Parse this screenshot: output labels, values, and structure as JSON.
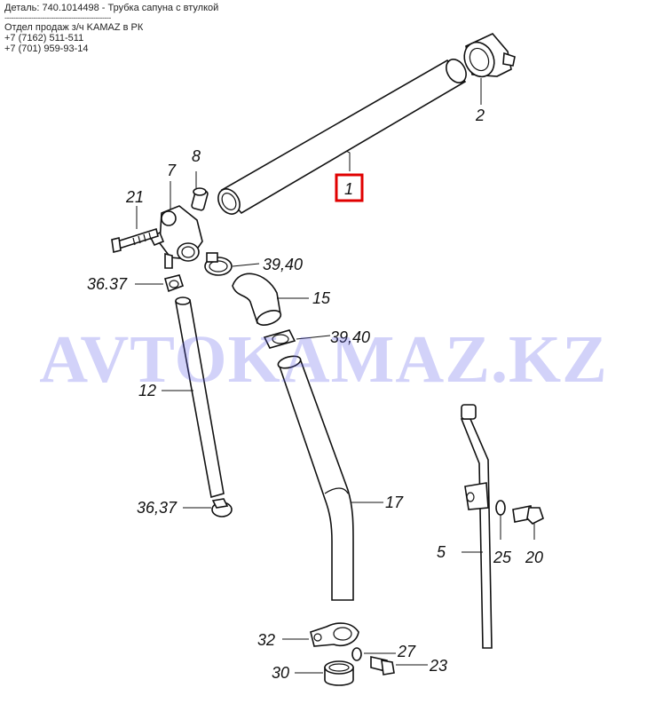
{
  "header": {
    "title": "Деталь: 740.1014498 - Трубка сапуна с втулкой",
    "separator": "------------------------------------------------",
    "dept": "Отдел продаж з/ч KAMAZ в РК",
    "phone1": "+7 (7162) 511-511",
    "phone2": "+7 (701) 959-93-14"
  },
  "watermark": "AVTOKAMAZ.KZ",
  "highlight_color": "#e00000",
  "labels": {
    "l1": "1",
    "l2": "2",
    "l5": "5",
    "l7": "7",
    "l8": "8",
    "l12": "12",
    "l15": "15",
    "l17": "17",
    "l20": "20",
    "l21": "21",
    "l23": "23",
    "l25": "25",
    "l27": "27",
    "l30": "30",
    "l32": "32",
    "l3637a": "36.37",
    "l3637b": "36,37",
    "l3940a": "39,40",
    "l3940b": "39,40"
  }
}
